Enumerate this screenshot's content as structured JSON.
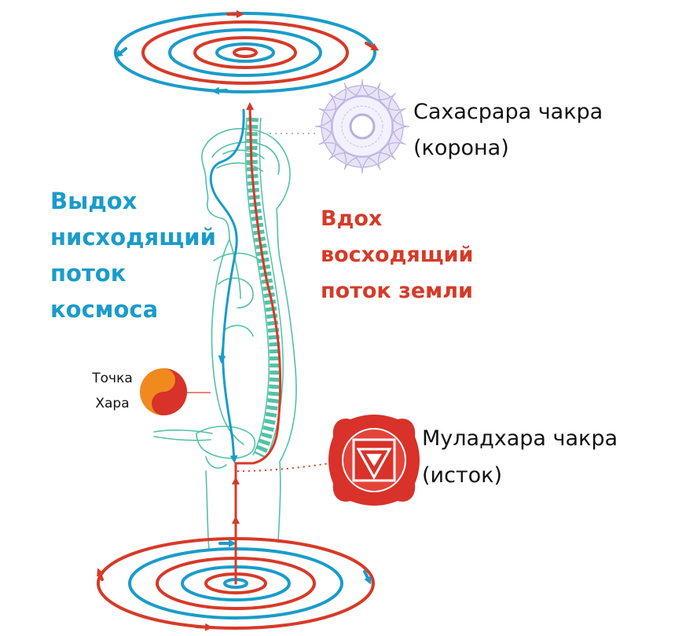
{
  "labels": {
    "sahasrara_line1": "Сахасрара чакра",
    "sahasrara_line2": "(корона)",
    "exhale_line1": "Выдох",
    "exhale_line2": "нисходящий",
    "exhale_line3": "поток",
    "exhale_line4": "космоса",
    "inhale_line1": "Вдох",
    "inhale_line2": "восходящий",
    "inhale_line3": "поток земли",
    "hara_line1": "Точка",
    "hara_line2": "Хара",
    "muladhara_line1": "Муладхара чакра",
    "muladhara_line2": "(исток)"
  },
  "colors": {
    "cosmos_flow": "#1a9cc9",
    "earth_flow": "#d63a28",
    "body_outline": "#52c2a6",
    "sahasrara": "#b9aee0",
    "muladhara": "#d8322a",
    "hara_orange": "#f08a1e"
  },
  "icons": {
    "crown_chakra": "sahasrara-lotus-icon",
    "root_chakra": "muladhara-lotus-icon",
    "hara_point": "yin-yang-icon"
  }
}
